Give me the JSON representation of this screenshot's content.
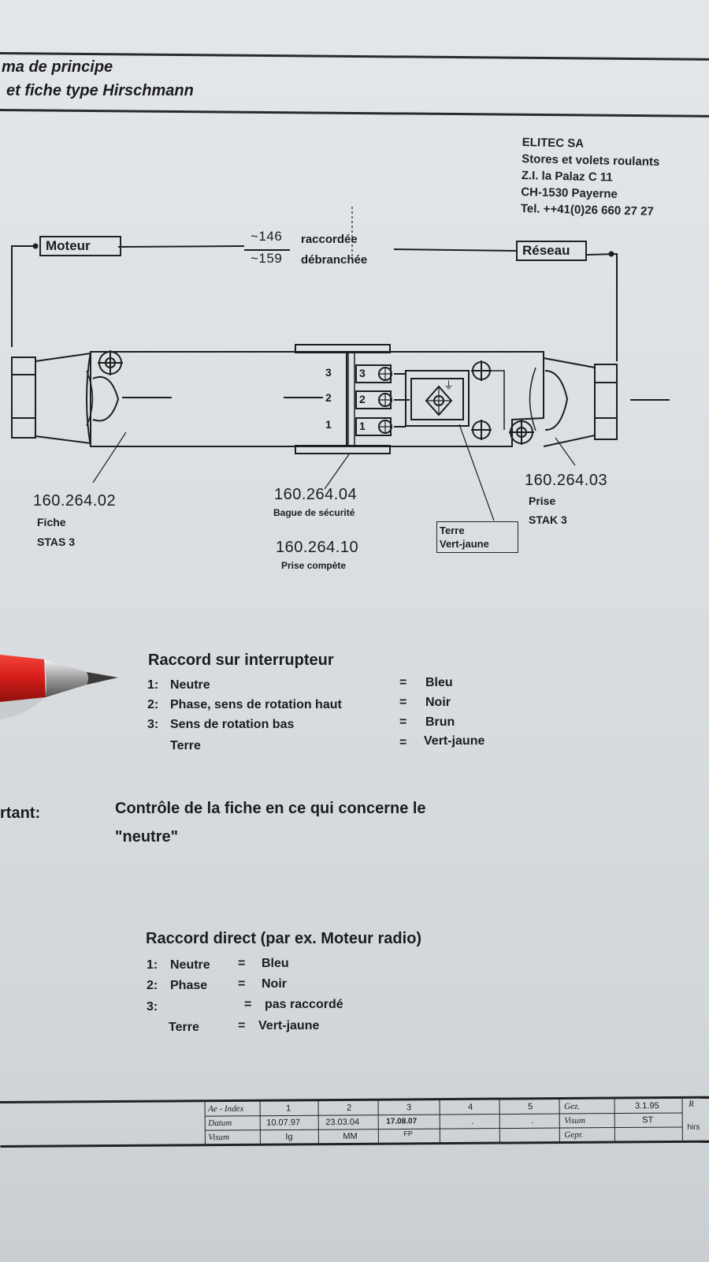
{
  "header": {
    "title_line1": "ma de principe",
    "title_line2": "et fiche type Hirschmann"
  },
  "address": {
    "company": "ELITEC SA",
    "line1": "Stores et volets roulants",
    "line2": "Z.I. la Palaz C 11",
    "line3": "CH-1530 Payerne",
    "phone": "Tel. ++41(0)26 660 27 27"
  },
  "diagram": {
    "moteur_label": "Moteur",
    "reseau_label": "Réseau",
    "dim_connected_value": "~146",
    "dim_connected_label": "raccordée",
    "dim_disconnected_value": "~159",
    "dim_disconnected_label": "débranchée",
    "pins": [
      "3",
      "2",
      "1"
    ],
    "socket_pins": [
      "3",
      "2",
      "1"
    ],
    "earth_symbol": "⏚",
    "parts": {
      "fiche_code": "160.264.02",
      "fiche_name": "Fiche",
      "fiche_type": "STAS 3",
      "bague_code": "160.264.04",
      "bague_name": "Bague de sécurité",
      "prise_complete_code": "160.264.10",
      "prise_complete_name": "Prise compète",
      "prise_code": "160.264.03",
      "prise_name": "Prise",
      "prise_type": "STAK 3"
    },
    "earth_label_line1": "Terre",
    "earth_label_line2": "Vert-jaune"
  },
  "raccord_interrupteur": {
    "title": "Raccord sur interrupteur",
    "rows": [
      {
        "num": "1:",
        "label": "Neutre",
        "eq": "=",
        "value": "Bleu"
      },
      {
        "num": "2:",
        "label": "Phase, sens de rotation haut",
        "eq": "=",
        "value": "Noir"
      },
      {
        "num": "3:",
        "label": "Sens de rotation bas",
        "eq": "=",
        "value": "Brun"
      },
      {
        "num": "",
        "label": "Terre",
        "eq": "=",
        "value": "Vert-jaune"
      }
    ]
  },
  "important": {
    "label": "rtant:",
    "text_line1": "Contrôle de la fiche en ce qui concerne le",
    "text_line2": "\"neutre\""
  },
  "raccord_direct": {
    "title": "Raccord direct (par ex. Moteur radio)",
    "rows": [
      {
        "num": "1:",
        "label": "Neutre",
        "eq": "=",
        "value": "Bleu"
      },
      {
        "num": "2:",
        "label": "Phase",
        "eq": "=",
        "value": "Noir"
      },
      {
        "num": "3:",
        "label": "",
        "eq": "=",
        "value": "pas raccordé"
      },
      {
        "num": "",
        "label": "Terre",
        "eq": "=",
        "value": "Vert-jaune"
      }
    ]
  },
  "title_block": {
    "row1_label": "Ae - Index",
    "row2_label": "Datum",
    "row3_label": "Visum",
    "index_cols": [
      "1",
      "2",
      "3",
      "4",
      "5"
    ],
    "datum_cols": [
      "10.07.97",
      "23.03.04",
      "17.08.07",
      ".",
      "."
    ],
    "visum_cols": [
      "Ig",
      "MM",
      "FP",
      "",
      ""
    ],
    "gez_label": "Gez.",
    "gez_value": "3.1.95",
    "visum_label": "Visum",
    "visum_value": "ST",
    "gepr_label": "Gepr.",
    "right_top": "R",
    "right_bottom": "hirs"
  }
}
